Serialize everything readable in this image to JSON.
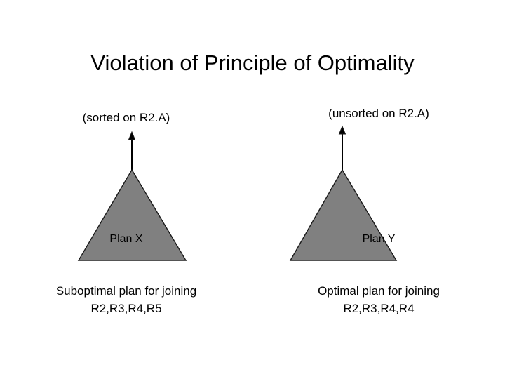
{
  "slide": {
    "title": "Violation of Principle of Optimality",
    "background_color": "#ffffff",
    "text_color": "#000000"
  },
  "divider": {
    "name": "vertical-dashed-divider",
    "style": "dashed",
    "color": "#4d4d4d"
  },
  "panels": [
    {
      "id": "left",
      "sort_label": "(sorted on R2.A)",
      "arrow": {
        "direction": "up",
        "color": "#000000"
      },
      "plan": {
        "label": "Plan X",
        "shape": "triangle",
        "fill_color": "#808080",
        "stroke_color": "#1a1a1a"
      },
      "caption": {
        "line1": "Suboptimal plan for joining",
        "line2": "R2,R3,R4,R5"
      }
    },
    {
      "id": "right",
      "sort_label": "(unsorted on R2.A)",
      "arrow": {
        "direction": "up",
        "color": "#000000"
      },
      "plan": {
        "label": "Plan Y",
        "shape": "triangle",
        "fill_color": "#808080",
        "stroke_color": "#1a1a1a"
      },
      "caption": {
        "line1": "Optimal plan for joining",
        "line2": "R2,R3,R4,R4"
      }
    }
  ]
}
